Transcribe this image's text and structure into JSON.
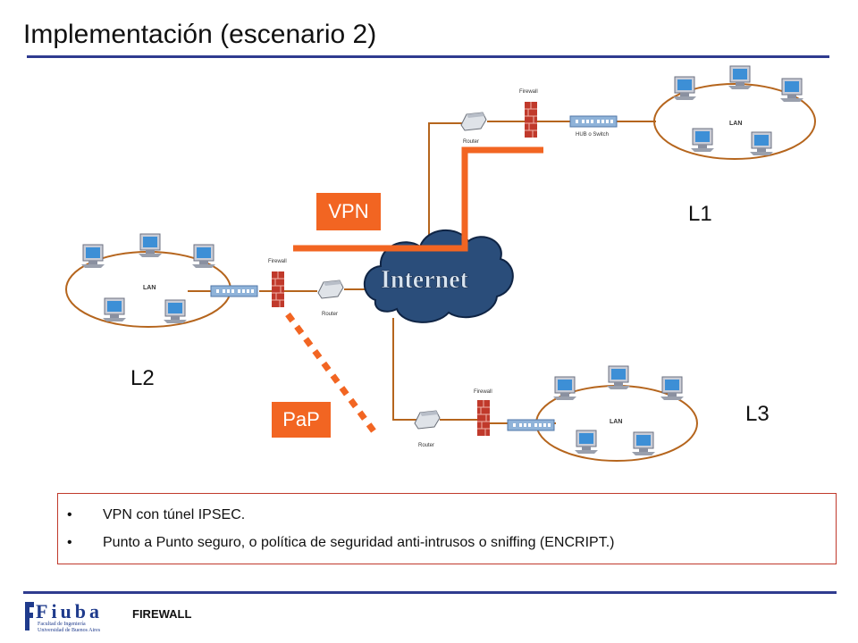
{
  "slide": {
    "title": "Implementación (escenario 2)"
  },
  "diagram": {
    "tags": {
      "vpn": "VPN",
      "pap": "PaP"
    },
    "sites": {
      "l1": "L1",
      "l2": "L2",
      "l3": "L3"
    },
    "cloud_label": "Internet",
    "device_labels": {
      "firewall": "Firewall",
      "router": "Router",
      "hub": "HUB o Switch",
      "lan": "LAN"
    },
    "colors": {
      "accent": "#f26522",
      "link": "#b5651d",
      "cloud": "#2a4d7a",
      "rule": "#2f3b8f"
    }
  },
  "notes": {
    "items": [
      "VPN con túnel IPSEC.",
      "Punto a Punto seguro, o política de seguridad anti-intrusos o sniffing (ENCRIPT.)"
    ]
  },
  "footer": {
    "logo_text": "Fiuba",
    "logo_sub1": "Facultad de Ingeniería",
    "logo_sub2": "Universidad de Buenos Aires",
    "label": "FIREWALL"
  }
}
